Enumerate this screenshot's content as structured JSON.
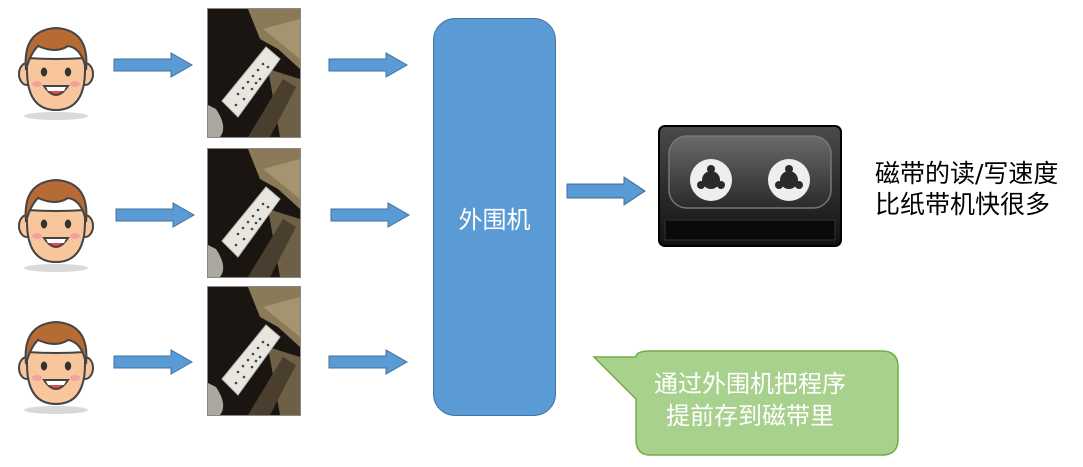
{
  "peripheral": {
    "label": "外围机"
  },
  "tape_note": {
    "line1": "磁带的读/写速度",
    "line2": "比纸带机快很多"
  },
  "callout": {
    "line1": "通过外围机把程序",
    "line2": "提前存到磁带里"
  },
  "rows": [
    {
      "face_icon": "user-face-icon",
      "device_icon": "paper-tape-machine-photo"
    },
    {
      "face_icon": "user-face-icon",
      "device_icon": "paper-tape-machine-photo"
    },
    {
      "face_icon": "user-face-icon",
      "device_icon": "paper-tape-machine-photo"
    }
  ],
  "colors": {
    "arrow": "#5b9bd5",
    "peripheral_box": "#5b9bd5",
    "callout": "#a9d18e",
    "face_skin": "#f8c69a",
    "hair": "#b66a34"
  },
  "tape_icon": "cassette-tape-icon"
}
